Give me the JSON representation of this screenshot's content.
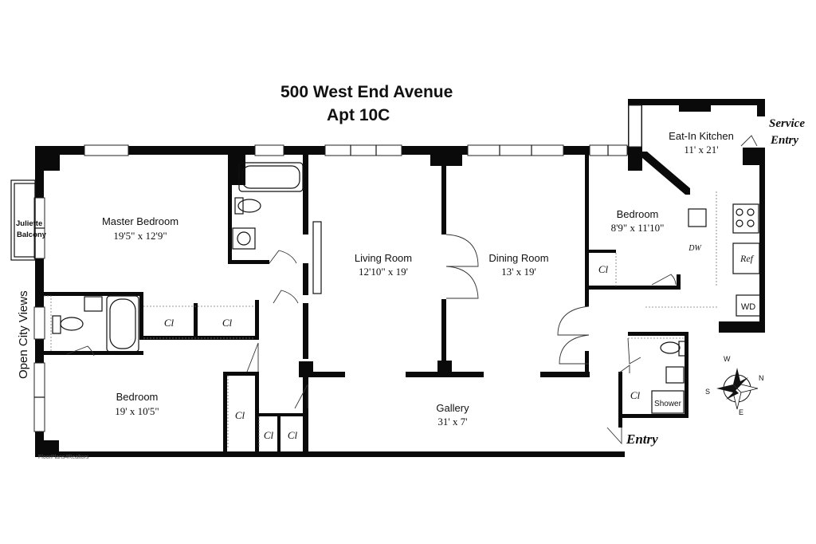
{
  "header": {
    "address": "500 West End Avenue",
    "unit": "Apt 10C"
  },
  "rooms": {
    "master_bedroom": {
      "name": "Master Bedroom",
      "dims": "19'5\" x 12'9\""
    },
    "living_room": {
      "name": "Living Room",
      "dims": "12'10\" x 19'"
    },
    "dining_room": {
      "name": "Dining Room",
      "dims": "13' x 19'"
    },
    "bedroom_small": {
      "name": "Bedroom",
      "dims": "8'9\" x 11'10\""
    },
    "kitchen": {
      "name": "Eat-In Kitchen",
      "dims": "11' x 21'"
    },
    "bedroom_large": {
      "name": "Bedroom",
      "dims": "19' x 10'5\""
    },
    "gallery": {
      "name": "Gallery",
      "dims": "31' x 7'"
    }
  },
  "closet_label": "Cl",
  "labels": {
    "juliette_1": "Juliette",
    "juliette_2": "Balcony",
    "city_views": "Open City Views",
    "service_1": "Service",
    "service_2": "Entry",
    "entry": "Entry",
    "dw": "DW",
    "ref": "Ref",
    "wd": "WD",
    "shower": "Shower",
    "credit": "FloorPlans4Realtors"
  },
  "compass": {
    "n": "N",
    "s": "S",
    "e": "E",
    "w": "W"
  }
}
